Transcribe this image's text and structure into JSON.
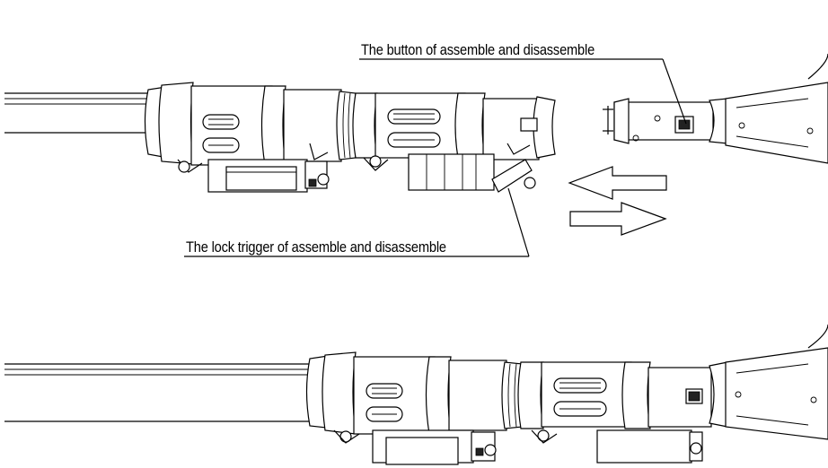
{
  "labels": {
    "button": "The button of assemble and disassemble",
    "lock_trigger": "The lock trigger of assemble and disassemble"
  },
  "colors": {
    "line": "#000000",
    "background": "#ffffff",
    "shade": "#9a9a9a"
  },
  "icons": {
    "left_arrow": "arrow-left-outline",
    "right_arrow": "arrow-right-outline"
  }
}
